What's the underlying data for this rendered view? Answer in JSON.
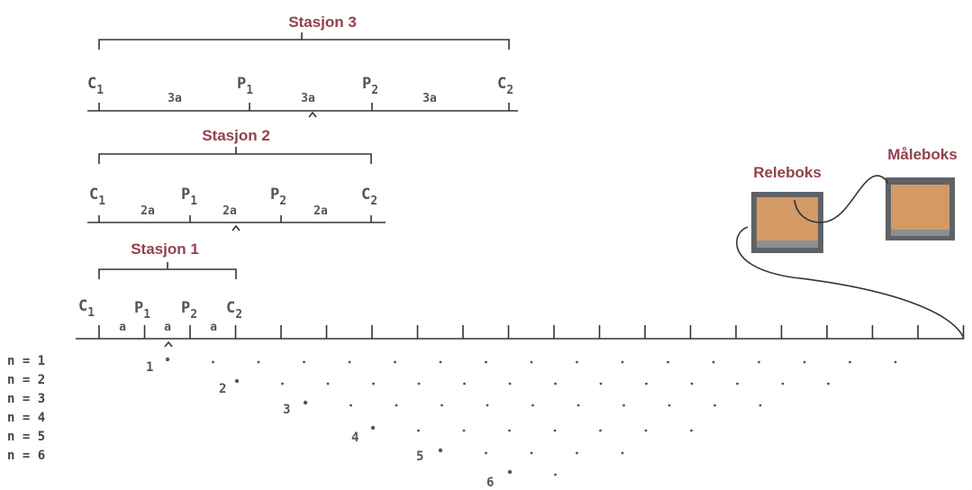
{
  "stations": [
    {
      "title": "Stasjon 3",
      "electrodes": [
        {
          "letter": "C",
          "sub": "1"
        },
        {
          "letter": "P",
          "sub": "1"
        },
        {
          "letter": "P",
          "sub": "2"
        },
        {
          "letter": "C",
          "sub": "2"
        }
      ],
      "spacing": "3a"
    },
    {
      "title": "Stasjon 2",
      "electrodes": [
        {
          "letter": "C",
          "sub": "1"
        },
        {
          "letter": "P",
          "sub": "1"
        },
        {
          "letter": "P",
          "sub": "2"
        },
        {
          "letter": "C",
          "sub": "2"
        }
      ],
      "spacing": "2a"
    },
    {
      "title": "Stasjon 1",
      "electrodes": [
        {
          "letter": "C",
          "sub": "1"
        },
        {
          "letter": "P",
          "sub": "1"
        },
        {
          "letter": "P",
          "sub": "2"
        },
        {
          "letter": "C",
          "sub": "2"
        }
      ],
      "spacing": "a"
    }
  ],
  "boxes": {
    "relay_label": "Releboks",
    "measure_label": "Måleboks"
  },
  "levels": [
    {
      "label": "n = 1",
      "number": "1"
    },
    {
      "label": "n = 2",
      "number": "2"
    },
    {
      "label": "n = 3",
      "number": "3"
    },
    {
      "label": "n = 4",
      "number": "4"
    },
    {
      "label": "n = 5",
      "number": "5"
    },
    {
      "label": "n = 6",
      "number": "6"
    }
  ],
  "colors": {
    "title": "#93404e",
    "box_frame": "#5f6366",
    "box_fill": "#d39a66"
  }
}
